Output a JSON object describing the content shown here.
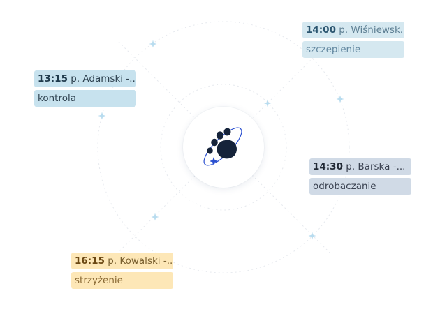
{
  "appointments": [
    {
      "time": "13:15",
      "client": "p. Adamski -...",
      "service": "kontrola"
    },
    {
      "time": "14:00",
      "client": "p. Wiśniewsk...",
      "service": "szczepienie"
    },
    {
      "time": "14:30",
      "client": "p. Barska -...",
      "service": "odrobaczanie"
    },
    {
      "time": "16:15",
      "client": "p. Kowalski -...",
      "service": "strzyżenie"
    }
  ],
  "colors": {
    "orbit_line": "#e6e9ee",
    "sparkle": "#b8dcef",
    "logo_dark": "#15233a",
    "logo_accent": "#2a4fd0",
    "card_blue": "#c7e2ee",
    "card_light_blue": "#d5e8f0",
    "card_slate": "#d0dae6",
    "card_yellow": "#fde7b7"
  },
  "hub": {
    "icon": "paw-orbit-logo-icon"
  }
}
